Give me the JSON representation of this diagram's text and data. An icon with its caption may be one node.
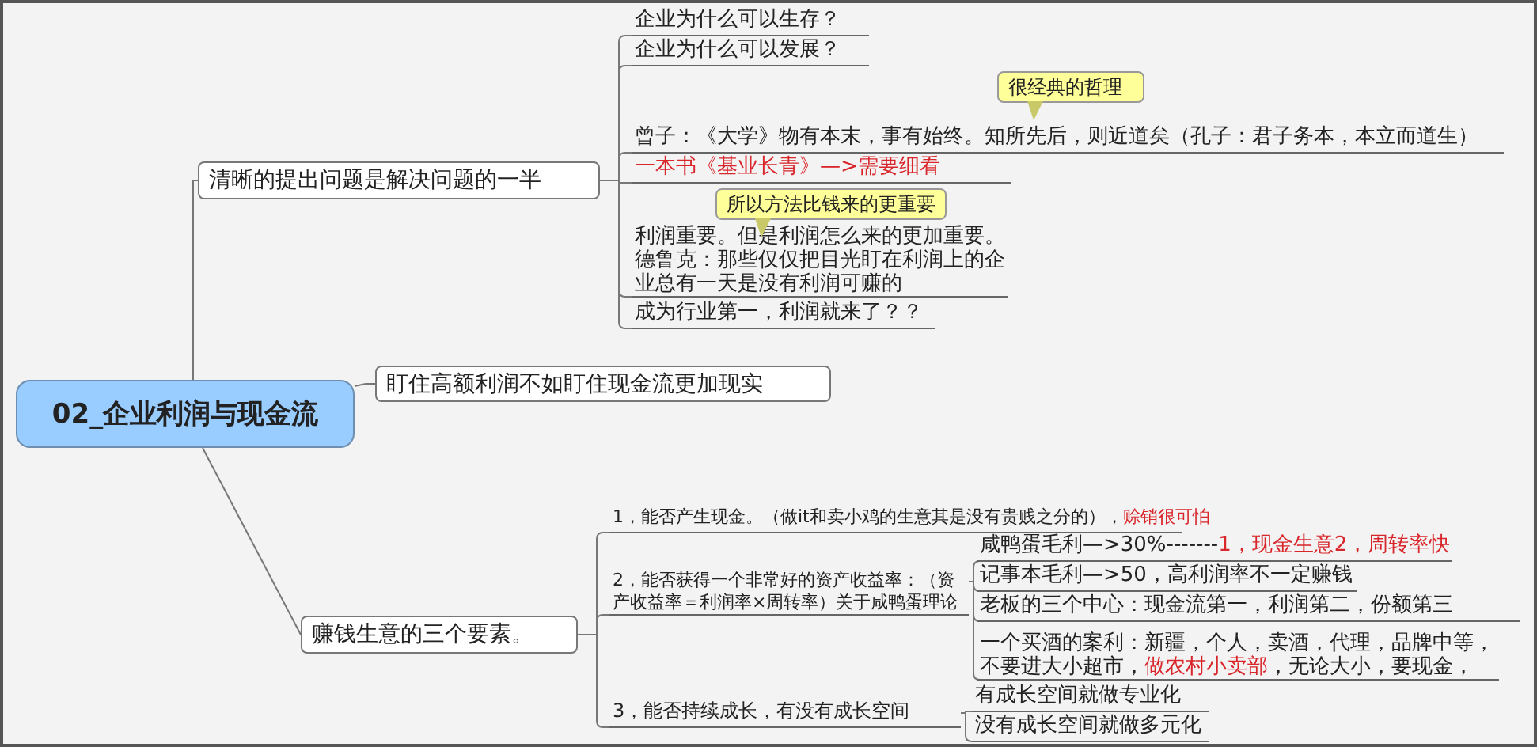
{
  "diagram": {
    "nodes": [
      {
        "text": [
          "02_企业利润与现金流"
        ]
      },
      {
        "text": [
          "清晰的提出问题是解决问题的一半"
        ]
      },
      {
        "text": [
          "盯住高额利润不如盯住现金流更加现实"
        ]
      },
      {
        "text": [
          "赚钱生意的三个要素。"
        ]
      },
      {
        "text": [
          "企业为什么可以生存？"
        ]
      },
      {
        "text": [
          "企业为什么可以发展？"
        ]
      },
      {
        "text": [
          "曾子：《大学》物有本末，事有始终。知所先后，则近道矣（孔子：君子务本，本立而道生）"
        ],
        "beside": [
          "很经典的哲理"
        ]
      },
      {
        "text": [
          "一本书《基业长青》—>需要细看"
        ]
      },
      {
        "text": [
          "利润重要。但是利润怎么来的更加重要。德鲁克：那些仅仅把目光盯在利润上的企业总有一天是没有利润可赚的"
        ],
        "beside": [
          "所以方法比钱来的更重要"
        ]
      },
      {
        "text": [
          "成为行业第一，利润就来了？？"
        ]
      },
      {
        "text": [
          "1，能否产生现金。（做it和卖小鸡的生意其是没有贵贱之分的），",
          "赊销很可怕"
        ]
      },
      {
        "text": [
          "2，能否获得一个非常好的资产收益率：（资产收益率＝利润率×周转率）关于咸鸭蛋理论"
        ]
      },
      {
        "text": [
          "3，能否持续成长，有没有成长空间"
        ]
      },
      {
        "text": [
          "咸鸭蛋毛利—>30%-------",
          "1，现金生意2，周转率快"
        ]
      },
      {
        "text": [
          "记事本毛利—>50，高利润率不一定赚钱"
        ]
      },
      {
        "text": [
          "老板的三个中心：现金流第一，利润第二，份额第三"
        ]
      },
      {
        "text": [
          "一个买酒的案利：新疆，个人，卖酒，代理，品牌中等，不要进大小超市，",
          "做农村小卖部",
          "，无论大小，要现金，"
        ]
      },
      {
        "text": [
          "有成长空间就做专业化"
        ]
      },
      {
        "text": [
          "没有成长空间就做多元化"
        ]
      }
    ],
    "edges": [
      {
        "from": 0,
        "to": 1,
        "arrow": "none"
      },
      {
        "from": 0,
        "to": 2,
        "arrow": "none"
      },
      {
        "from": 0,
        "to": 3,
        "arrow": "none"
      },
      {
        "from": 1,
        "to": 4,
        "arrow": "none"
      },
      {
        "from": 1,
        "to": 5,
        "arrow": "none"
      },
      {
        "from": 1,
        "to": 6,
        "arrow": "none"
      },
      {
        "from": 1,
        "to": 7,
        "arrow": "none"
      },
      {
        "from": 1,
        "to": 8,
        "arrow": "none"
      },
      {
        "from": 1,
        "to": 9,
        "arrow": "none"
      },
      {
        "from": 3,
        "to": 10,
        "arrow": "none"
      },
      {
        "from": 3,
        "to": 11,
        "arrow": "none"
      },
      {
        "from": 3,
        "to": 12,
        "arrow": "none"
      },
      {
        "from": 11,
        "to": 13,
        "arrow": "none"
      },
      {
        "from": 11,
        "to": 14,
        "arrow": "none"
      },
      {
        "from": 11,
        "to": 15,
        "arrow": "none"
      },
      {
        "from": 11,
        "to": 16,
        "arrow": "none"
      },
      {
        "from": 12,
        "to": 17,
        "arrow": "none"
      },
      {
        "from": 12,
        "to": 18,
        "arrow": "none"
      }
    ]
  }
}
